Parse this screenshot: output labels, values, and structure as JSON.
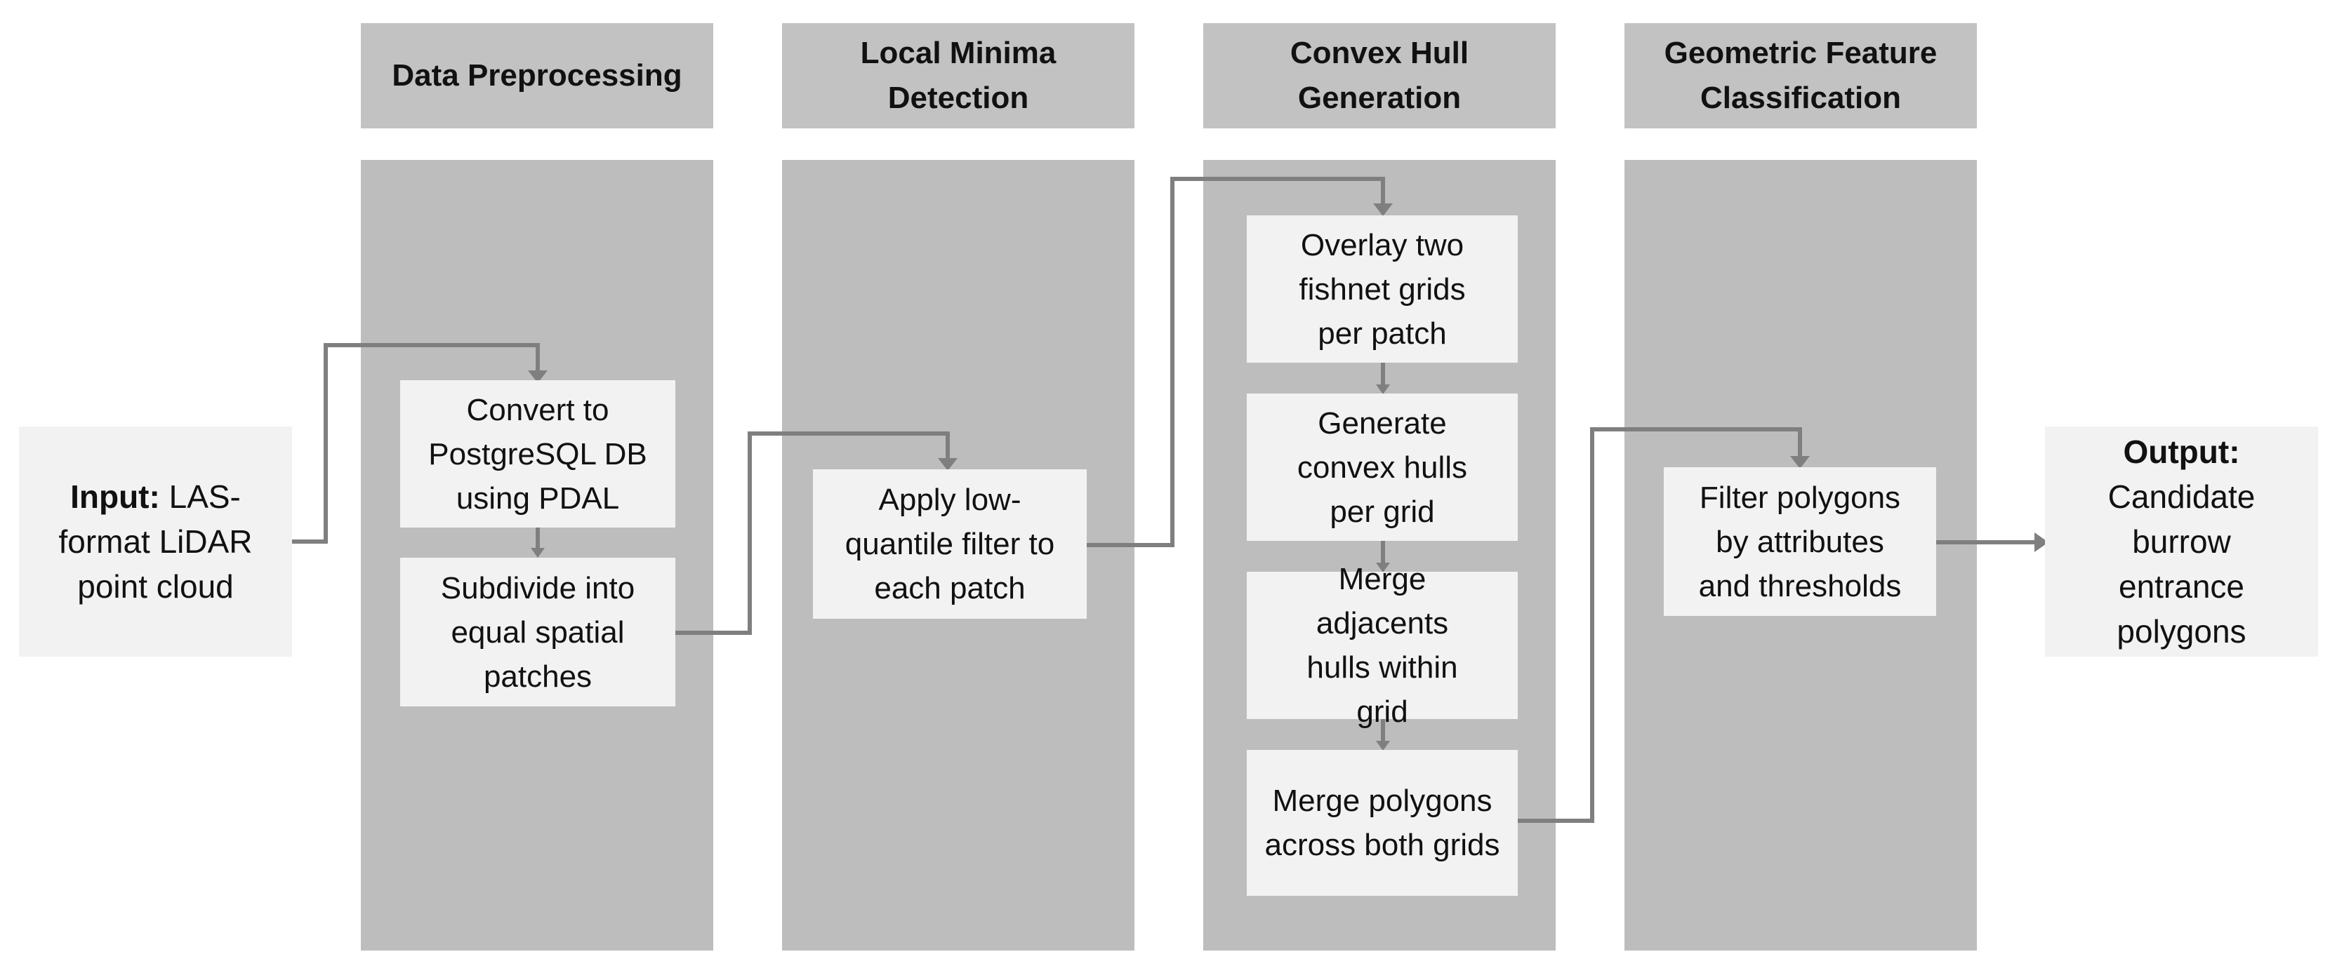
{
  "stages": [
    {
      "title": "Data Preprocessing"
    },
    {
      "title": "Local Minima\nDetection"
    },
    {
      "title": "Convex Hull\nGeneration"
    },
    {
      "title": "Geometric Feature\nClassification"
    }
  ],
  "input": {
    "label": "Input:",
    "text": " LAS-format LiDAR point cloud"
  },
  "output": {
    "label": "Output:",
    "text": "Candidate burrow entrance polygons"
  },
  "steps": {
    "convert": "Convert to PostgreSQL DB using PDAL",
    "subdivide": "Subdivide into equal spatial patches",
    "quantile": "Apply low-quantile filter to each patch",
    "overlay": "Overlay two fishnet grids per patch",
    "hulls": "Generate convex hulls per grid",
    "merge_adjacent": "Merge adjacents hulls within grid",
    "merge_polygons": "Merge polygons across both grids",
    "filter": "Filter polygons by attributes and thresholds"
  },
  "colors": {
    "stage_header": "#c2c2c2",
    "stage_body": "#bdbdbd",
    "box": "#f2f2f2",
    "connector": "#7f7f7f"
  }
}
